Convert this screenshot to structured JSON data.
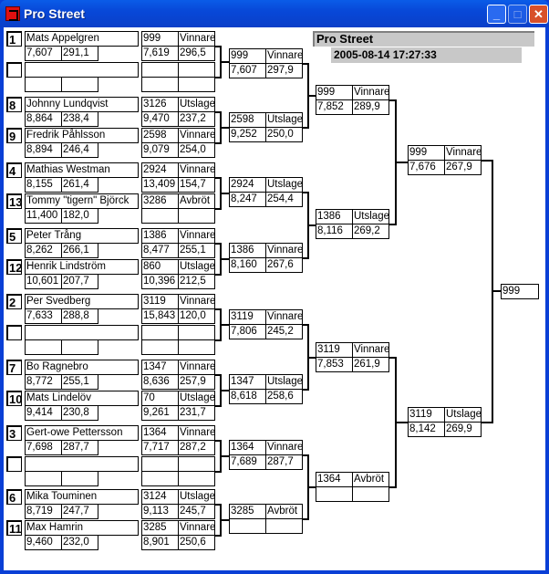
{
  "window": {
    "title": "Pro Street",
    "minimize": "_",
    "maximize": "□",
    "close": "✕"
  },
  "header": {
    "title": "Pro Street",
    "datetime": "2005-08-14 17:27:33"
  },
  "round1": [
    {
      "seed": "1",
      "name": "Mats Appelgren",
      "time": "7,607",
      "speed": "291,1",
      "res": {
        "num": "999",
        "status": "Vinnare",
        "time": "7,619",
        "speed": "296,5"
      }
    },
    {
      "seed": "",
      "name": "",
      "time": "",
      "speed": "",
      "res": {
        "num": "",
        "status": "",
        "time": "",
        "speed": ""
      }
    },
    {
      "seed": "8",
      "name": "Johnny Lundqvist",
      "time": "8,864",
      "speed": "238,4",
      "res": {
        "num": "3126",
        "status": "Utslager",
        "time": "9,470",
        "speed": "237,2"
      }
    },
    {
      "seed": "9",
      "name": "Fredrik Påhlsson",
      "time": "8,894",
      "speed": "246,4",
      "res": {
        "num": "2598",
        "status": "Vinnare",
        "time": "9,079",
        "speed": "254,0"
      }
    },
    {
      "seed": "4",
      "name": "Mathias Westman",
      "time": "8,155",
      "speed": "261,4",
      "res": {
        "num": "2924",
        "status": "Vinnare",
        "time": "13,409",
        "speed": "154,7"
      }
    },
    {
      "seed": "13",
      "name": "Tommy \"tigern\" Björck",
      "time": "11,400",
      "speed": "182,0",
      "res": {
        "num": "3286",
        "status": "Avbröt",
        "time": "",
        "speed": ""
      }
    },
    {
      "seed": "5",
      "name": "Peter Trång",
      "time": "8,262",
      "speed": "266,1",
      "res": {
        "num": "1386",
        "status": "Vinnare",
        "time": "8,477",
        "speed": "255,1"
      }
    },
    {
      "seed": "12",
      "name": "Henrik Lindström",
      "time": "10,601",
      "speed": "207,7",
      "res": {
        "num": "860",
        "status": "Utslager",
        "time": "10,396",
        "speed": "212,5"
      }
    },
    {
      "seed": "2",
      "name": "Per  Svedberg",
      "time": "7,633",
      "speed": "288,8",
      "res": {
        "num": "3119",
        "status": "Vinnare",
        "time": "15,843",
        "speed": "120,0"
      }
    },
    {
      "seed": "",
      "name": "",
      "time": "",
      "speed": "",
      "res": {
        "num": "",
        "status": "",
        "time": "",
        "speed": ""
      }
    },
    {
      "seed": "7",
      "name": "Bo Ragnebro",
      "time": "8,772",
      "speed": "255,1",
      "res": {
        "num": "1347",
        "status": "Vinnare",
        "time": "8,636",
        "speed": "257,9"
      }
    },
    {
      "seed": "10",
      "name": "Mats Lindelöv",
      "time": "9,414",
      "speed": "230,8",
      "res": {
        "num": "70",
        "status": "Utslager",
        "time": "9,261",
        "speed": "231,7"
      }
    },
    {
      "seed": "3",
      "name": "Gert-owe Pettersson",
      "time": "7,698",
      "speed": "287,7",
      "res": {
        "num": "1364",
        "status": "Vinnare",
        "time": "7,717",
        "speed": "287,2"
      }
    },
    {
      "seed": "",
      "name": "",
      "time": "",
      "speed": "",
      "res": {
        "num": "",
        "status": "",
        "time": "",
        "speed": ""
      }
    },
    {
      "seed": "6",
      "name": "Mika Touminen",
      "time": "8,719",
      "speed": "247,7",
      "res": {
        "num": "3124",
        "status": "Utslager",
        "time": "9,113",
        "speed": "245,7"
      }
    },
    {
      "seed": "11",
      "name": "Max Hamrin",
      "time": "9,460",
      "speed": "232,0",
      "res": {
        "num": "3285",
        "status": "Vinnare",
        "time": "8,901",
        "speed": "250,6"
      }
    }
  ],
  "round2": [
    {
      "num": "999",
      "status": "Vinnare",
      "time": "7,607",
      "speed": "297,9"
    },
    {
      "num": "2598",
      "status": "Utslager",
      "time": "9,252",
      "speed": "250,0"
    },
    {
      "num": "2924",
      "status": "Utslager",
      "time": "8,247",
      "speed": "254,4"
    },
    {
      "num": "1386",
      "status": "Vinnare",
      "time": "8,160",
      "speed": "267,6"
    },
    {
      "num": "3119",
      "status": "Vinnare",
      "time": "7,806",
      "speed": "245,2"
    },
    {
      "num": "1347",
      "status": "Utslager",
      "time": "8,618",
      "speed": "258,6"
    },
    {
      "num": "1364",
      "status": "Vinnare",
      "time": "7,689",
      "speed": "287,7"
    },
    {
      "num": "3285",
      "status": "Avbröt",
      "time": "",
      "speed": ""
    }
  ],
  "round3": [
    {
      "num": "999",
      "status": "Vinnare",
      "time": "7,852",
      "speed": "289,9"
    },
    {
      "num": "1386",
      "status": "Utslager",
      "time": "8,116",
      "speed": "269,2"
    },
    {
      "num": "3119",
      "status": "Vinnare",
      "time": "7,853",
      "speed": "261,9"
    },
    {
      "num": "1364",
      "status": "Avbröt",
      "time": "",
      "speed": ""
    }
  ],
  "round4": [
    {
      "num": "999",
      "status": "Vinnare",
      "time": "7,676",
      "speed": "267,9"
    },
    {
      "num": "3119",
      "status": "Utslager",
      "time": "8,142",
      "speed": "269,9"
    }
  ],
  "final": {
    "num": "999"
  }
}
